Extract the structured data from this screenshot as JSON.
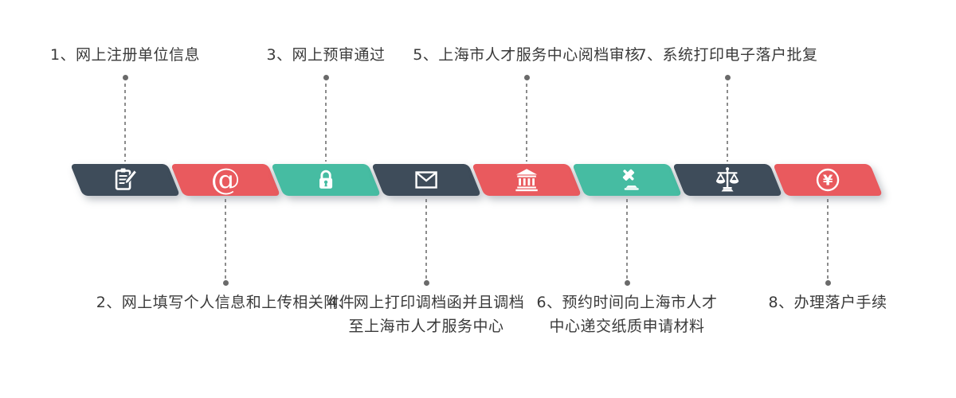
{
  "colors": {
    "dark_slate": "#3e4c5a",
    "red": "#e95a5e",
    "teal": "#46bca2",
    "label_text": "#3a3a3a",
    "connector_gray": "#8c8c8c",
    "dot_gray": "#6a6a6a",
    "icon_white": "#ffffff",
    "background": "#ffffff"
  },
  "icons": {
    "at_glyph": "@",
    "yuan_glyph": "¥"
  },
  "steps": [
    {
      "number": "1",
      "position": "top",
      "color": "#3e4c5a",
      "icon": "clipboard-pencil-icon",
      "lines": [
        "1、网上注册单位信息"
      ]
    },
    {
      "number": "2",
      "position": "bottom",
      "color": "#e95a5e",
      "icon": "at-icon",
      "lines": [
        "2、网上填写个人信息和上传相关附件"
      ]
    },
    {
      "number": "3",
      "position": "top",
      "color": "#46bca2",
      "icon": "lock-icon",
      "lines": [
        "3、网上预审通过"
      ]
    },
    {
      "number": "4",
      "position": "bottom",
      "color": "#3e4c5a",
      "icon": "envelope-icon",
      "lines": [
        "4、网上打印调档函并且调档",
        "至上海市人才服务中心"
      ]
    },
    {
      "number": "5",
      "position": "top",
      "color": "#e95a5e",
      "icon": "bank-icon",
      "lines": [
        "5、上海市人才服务中心阅档审核"
      ]
    },
    {
      "number": "6",
      "position": "bottom",
      "color": "#46bca2",
      "icon": "gavel-icon",
      "lines": [
        "6、预约时间向上海市人才",
        "中心递交纸质申请材料"
      ]
    },
    {
      "number": "7",
      "position": "top",
      "color": "#3e4c5a",
      "icon": "scales-icon",
      "lines": [
        "7、系统打印电子落户批复"
      ]
    },
    {
      "number": "8",
      "position": "bottom",
      "color": "#e95a5e",
      "icon": "yuan-icon",
      "lines": [
        "8、办理落户手续"
      ]
    }
  ]
}
